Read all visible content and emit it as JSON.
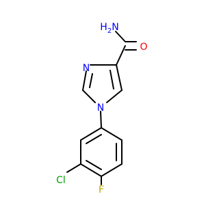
{
  "molecule": {
    "atoms": {
      "amide_n": {
        "symbol": "N",
        "hydrogens": "H",
        "hcount": "2",
        "color": "#0000ff"
      },
      "amide_o": {
        "symbol": "O",
        "color": "#ff0000"
      },
      "ring_n3": {
        "symbol": "N",
        "color": "#0000ff"
      },
      "ring_n1": {
        "symbol": "N",
        "color": "#0000ff"
      },
      "cl": {
        "symbol": "Cl",
        "color": "#00a000"
      },
      "f": {
        "symbol": "F",
        "color": "#b8a800"
      }
    }
  }
}
